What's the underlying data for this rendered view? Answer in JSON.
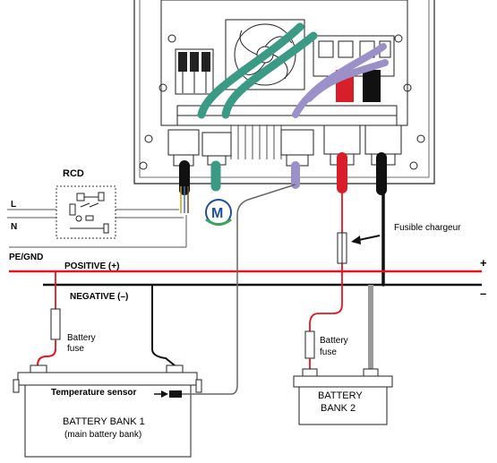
{
  "labels": {
    "rcd": "RCD",
    "l": "L",
    "n": "N",
    "pe_gnd": "PE/GND",
    "positive": "POSITIVE (+)",
    "negative": "NEGATIVE (–)",
    "plus_sign": "+",
    "minus_sign": "–",
    "fusible_chargeur": "Fusible chargeur",
    "battery_fuse_1_line1": "Battery",
    "battery_fuse_1_line2": "fuse",
    "battery_fuse_2_line1": "Battery",
    "battery_fuse_2_line2": "fuse",
    "temperature_sensor": "Temperature sensor",
    "bank1_line1": "BATTERY BANK 1",
    "bank1_line2": "(main battery bank)",
    "bank2_line1": "BATTERY",
    "bank2_line2": "BANK 2",
    "m_logo": "M"
  },
  "colors": {
    "positive_wire": "#e8141b",
    "negative_wire": "#000000",
    "green_cable": "#3a9a84",
    "purple_cable": "#9c90c8",
    "red_cable": "#d81e28",
    "black_cable": "#111111",
    "logo_blue": "#1f4f9c",
    "logo_green": "#3aa55a"
  }
}
